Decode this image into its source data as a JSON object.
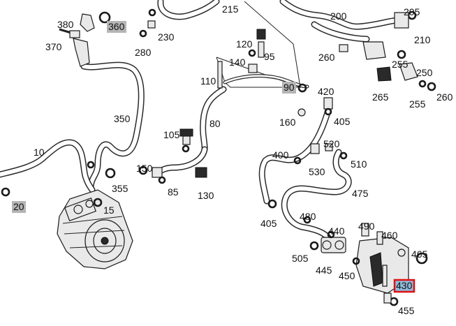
{
  "colors": {
    "highlight_gray": "#b5b5b5",
    "selected_red": "#e01010",
    "selected_fill": "#8fb8d8"
  },
  "callouts": [
    {
      "id": "c380",
      "text": "380",
      "highlighted": false,
      "selected": false
    },
    {
      "id": "c360",
      "text": "360",
      "highlighted": true,
      "selected": false
    },
    {
      "id": "c370",
      "text": "370",
      "highlighted": false,
      "selected": false
    },
    {
      "id": "c230",
      "text": "230",
      "highlighted": false,
      "selected": false
    },
    {
      "id": "c280",
      "text": "280",
      "highlighted": false,
      "selected": false
    },
    {
      "id": "c215",
      "text": "215",
      "highlighted": false,
      "selected": false
    },
    {
      "id": "c200",
      "text": "200",
      "highlighted": false,
      "selected": false
    },
    {
      "id": "c205",
      "text": "205",
      "highlighted": false,
      "selected": false
    },
    {
      "id": "c210",
      "text": "210",
      "highlighted": false,
      "selected": false
    },
    {
      "id": "c120",
      "text": "120",
      "highlighted": false,
      "selected": false
    },
    {
      "id": "c140",
      "text": "140",
      "highlighted": false,
      "selected": false
    },
    {
      "id": "c95",
      "text": "95",
      "highlighted": false,
      "selected": false
    },
    {
      "id": "c260a",
      "text": "260",
      "highlighted": false,
      "selected": false
    },
    {
      "id": "c255a",
      "text": "255",
      "highlighted": false,
      "selected": false
    },
    {
      "id": "c250",
      "text": "250",
      "highlighted": false,
      "selected": false
    },
    {
      "id": "c110",
      "text": "110",
      "highlighted": false,
      "selected": false
    },
    {
      "id": "c90",
      "text": "90",
      "highlighted": true,
      "selected": false
    },
    {
      "id": "c265",
      "text": "265",
      "highlighted": false,
      "selected": false
    },
    {
      "id": "c255b",
      "text": "255",
      "highlighted": false,
      "selected": false
    },
    {
      "id": "c260b",
      "text": "260",
      "highlighted": false,
      "selected": false
    },
    {
      "id": "c420",
      "text": "420",
      "highlighted": false,
      "selected": false
    },
    {
      "id": "c350",
      "text": "350",
      "highlighted": false,
      "selected": false
    },
    {
      "id": "c80",
      "text": "80",
      "highlighted": false,
      "selected": false
    },
    {
      "id": "c160",
      "text": "160",
      "highlighted": false,
      "selected": false
    },
    {
      "id": "c405a",
      "text": "405",
      "highlighted": false,
      "selected": false
    },
    {
      "id": "c105",
      "text": "105",
      "highlighted": false,
      "selected": false
    },
    {
      "id": "c520",
      "text": "520",
      "highlighted": false,
      "selected": false
    },
    {
      "id": "c10",
      "text": "10",
      "highlighted": false,
      "selected": false
    },
    {
      "id": "c400",
      "text": "400",
      "highlighted": false,
      "selected": false
    },
    {
      "id": "c510",
      "text": "510",
      "highlighted": false,
      "selected": false
    },
    {
      "id": "c530",
      "text": "530",
      "highlighted": false,
      "selected": false
    },
    {
      "id": "c150",
      "text": "150",
      "highlighted": false,
      "selected": false
    },
    {
      "id": "c355",
      "text": "355",
      "highlighted": false,
      "selected": false
    },
    {
      "id": "c85",
      "text": "85",
      "highlighted": false,
      "selected": false
    },
    {
      "id": "c130",
      "text": "130",
      "highlighted": false,
      "selected": false
    },
    {
      "id": "c475",
      "text": "475",
      "highlighted": false,
      "selected": false
    },
    {
      "id": "c20",
      "text": "20",
      "highlighted": true,
      "selected": false
    },
    {
      "id": "c15",
      "text": "15",
      "highlighted": false,
      "selected": false
    },
    {
      "id": "c480",
      "text": "480",
      "highlighted": false,
      "selected": false
    },
    {
      "id": "c405b",
      "text": "405",
      "highlighted": false,
      "selected": false
    },
    {
      "id": "c490",
      "text": "490",
      "highlighted": false,
      "selected": false
    },
    {
      "id": "c440",
      "text": "440",
      "highlighted": false,
      "selected": false
    },
    {
      "id": "c460",
      "text": "460",
      "highlighted": false,
      "selected": false
    },
    {
      "id": "c505",
      "text": "505",
      "highlighted": false,
      "selected": false
    },
    {
      "id": "c465",
      "text": "465",
      "highlighted": false,
      "selected": false
    },
    {
      "id": "c445",
      "text": "445",
      "highlighted": false,
      "selected": false
    },
    {
      "id": "c450",
      "text": "450",
      "highlighted": false,
      "selected": false
    },
    {
      "id": "c430",
      "text": "430",
      "highlighted": false,
      "selected": true
    },
    {
      "id": "c455",
      "text": "455",
      "highlighted": false,
      "selected": false
    }
  ]
}
